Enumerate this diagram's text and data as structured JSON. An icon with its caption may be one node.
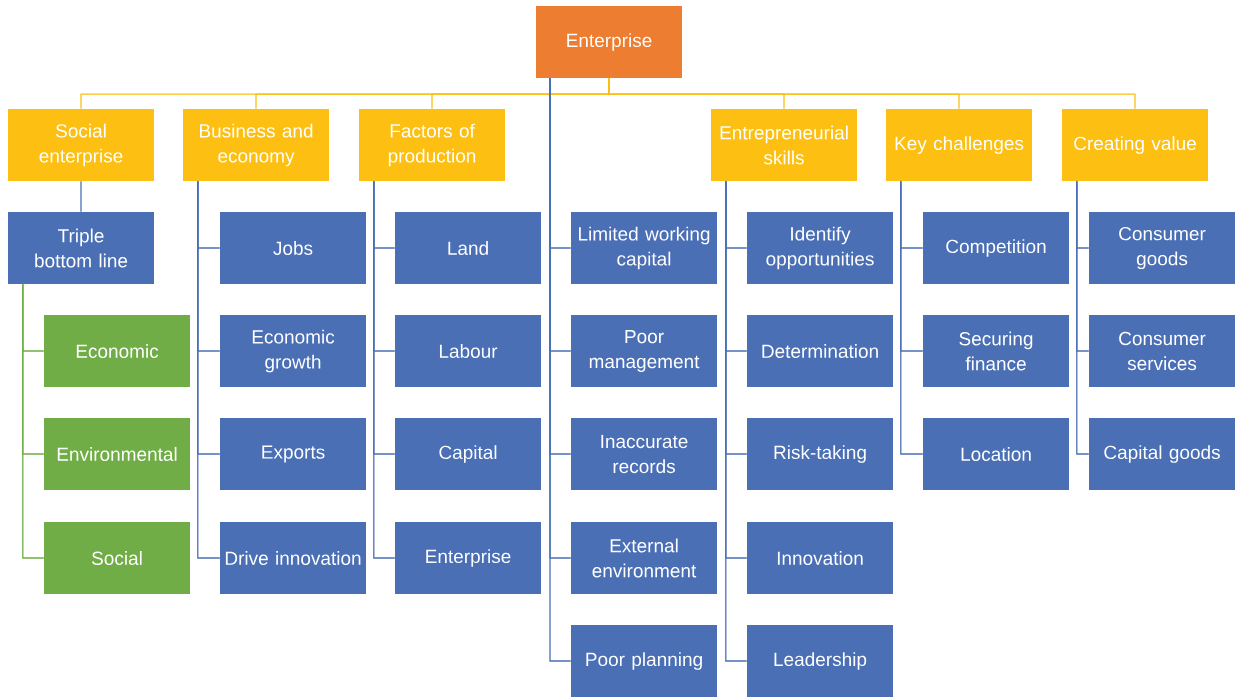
{
  "diagram": {
    "nodes": [
      {
        "text": [
          "Enterprise"
        ]
      },
      {
        "text": [
          "Social enterprise"
        ]
      },
      {
        "text": [
          "Business and economy"
        ]
      },
      {
        "text": [
          "Factors of production"
        ]
      },
      {
        "text": [
          "Entrepreneurial skills"
        ]
      },
      {
        "text": [
          "Key challenges"
        ]
      },
      {
        "text": [
          "Creating value"
        ]
      },
      {
        "text": [
          "Triple bottom line"
        ]
      },
      {
        "text": [
          "Economic"
        ]
      },
      {
        "text": [
          "Environmental"
        ]
      },
      {
        "text": [
          "Social"
        ]
      },
      {
        "text": [
          "Jobs"
        ]
      },
      {
        "text": [
          "Economic growth"
        ]
      },
      {
        "text": [
          "Exports"
        ]
      },
      {
        "text": [
          "Drive innovation"
        ]
      },
      {
        "text": [
          "Land"
        ]
      },
      {
        "text": [
          "Labour"
        ]
      },
      {
        "text": [
          "Capital"
        ]
      },
      {
        "text": [
          "Enterprise"
        ]
      },
      {
        "text": [
          "Limited working capital"
        ]
      },
      {
        "text": [
          "Poor management"
        ]
      },
      {
        "text": [
          "Inaccurate records"
        ]
      },
      {
        "text": [
          "External environment"
        ]
      },
      {
        "text": [
          "Poor planning"
        ]
      },
      {
        "text": [
          "Identify opportunities"
        ]
      },
      {
        "text": [
          "Determination"
        ]
      },
      {
        "text": [
          "Risk-taking"
        ]
      },
      {
        "text": [
          "Innovation"
        ]
      },
      {
        "text": [
          "Leadership"
        ]
      },
      {
        "text": [
          "Competition"
        ]
      },
      {
        "text": [
          "Securing finance"
        ]
      },
      {
        "text": [
          "Location"
        ]
      },
      {
        "text": [
          "Consumer goods"
        ]
      },
      {
        "text": [
          "Consumer services"
        ]
      },
      {
        "text": [
          "Capital goods"
        ]
      }
    ],
    "edges": [
      {
        "from": 0,
        "to": 1,
        "arrow": "none",
        "color": "#fcbf12"
      },
      {
        "from": 0,
        "to": 2,
        "arrow": "none",
        "color": "#fcbf12"
      },
      {
        "from": 0,
        "to": 3,
        "arrow": "none",
        "color": "#fcbf12"
      },
      {
        "from": 0,
        "to": 4,
        "arrow": "none",
        "color": "#fcbf12"
      },
      {
        "from": 0,
        "to": 5,
        "arrow": "none",
        "color": "#fcbf12"
      },
      {
        "from": 0,
        "to": 6,
        "arrow": "none",
        "color": "#fcbf12"
      },
      {
        "from": 1,
        "to": 7,
        "arrow": "none"
      },
      {
        "from": 7,
        "to": 8,
        "arrow": "none",
        "color": "#70ad47"
      },
      {
        "from": 7,
        "to": 9,
        "arrow": "none",
        "color": "#70ad47"
      },
      {
        "from": 7,
        "to": 10,
        "arrow": "none",
        "color": "#70ad47"
      },
      {
        "from": 2,
        "to": 11,
        "arrow": "none"
      },
      {
        "from": 2,
        "to": 12,
        "arrow": "none"
      },
      {
        "from": 2,
        "to": 13,
        "arrow": "none"
      },
      {
        "from": 2,
        "to": 14,
        "arrow": "none"
      },
      {
        "from": 3,
        "to": 15,
        "arrow": "none"
      },
      {
        "from": 3,
        "to": 16,
        "arrow": "none"
      },
      {
        "from": 3,
        "to": 17,
        "arrow": "none"
      },
      {
        "from": 3,
        "to": 18,
        "arrow": "none"
      },
      {
        "from": 0,
        "to": 19,
        "arrow": "none"
      },
      {
        "from": 0,
        "to": 20,
        "arrow": "none"
      },
      {
        "from": 0,
        "to": 21,
        "arrow": "none"
      },
      {
        "from": 0,
        "to": 22,
        "arrow": "none"
      },
      {
        "from": 0,
        "to": 23,
        "arrow": "none"
      },
      {
        "from": 4,
        "to": 24,
        "arrow": "none"
      },
      {
        "from": 4,
        "to": 25,
        "arrow": "none"
      },
      {
        "from": 4,
        "to": 26,
        "arrow": "none"
      },
      {
        "from": 4,
        "to": 27,
        "arrow": "none"
      },
      {
        "from": 4,
        "to": 28,
        "arrow": "none"
      },
      {
        "from": 5,
        "to": 29,
        "arrow": "none"
      },
      {
        "from": 5,
        "to": 30,
        "arrow": "none"
      },
      {
        "from": 5,
        "to": 31,
        "arrow": "none"
      },
      {
        "from": 6,
        "to": 32,
        "arrow": "none"
      },
      {
        "from": 6,
        "to": 33,
        "arrow": "none"
      },
      {
        "from": 6,
        "to": 34,
        "arrow": "none"
      }
    ]
  }
}
